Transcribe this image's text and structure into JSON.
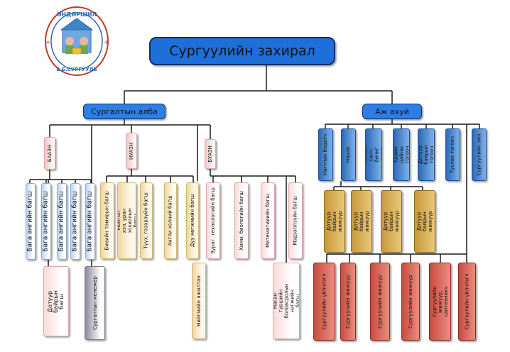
{
  "logo": {
    "top_text": "ӨНДӨРШИЛ",
    "bottom_text": "Е.Б.СУРГУУЛЬ"
  },
  "root": {
    "label": "Сургуулийн захирал"
  },
  "branches": {
    "left": {
      "label": "Сургалтын алба"
    },
    "right": {
      "label": "Аж ахуй"
    }
  },
  "groups": {
    "baazn": "БААЗН",
    "nuazn": "НУАЗН",
    "buazn": "БУАЗН"
  },
  "baazn_teachers": [
    "Бага ангийн багш",
    "Бага ангийн багш",
    "Бага ангийн багш",
    "Бага ангийн багш",
    "Бага ангийн багш"
  ],
  "dorm_teacher": "Дотуур байрын багш",
  "training_manager": "Сургалтын менежер",
  "nuazn_teachers": [
    "Биеийн тамирын багш",
    "Монгол хэл, уран зохиолын багш",
    "Түүх, газарзүйн багш",
    "Англи хэлний багш",
    "Дуу хөгжмийн багш"
  ],
  "social_worker": "Нийгмийн ажилтан",
  "buazn_teachers": [
    "Зураг, технологийн багш",
    "Хими, биологийн багш",
    "Математикийн багш",
    "Мэдээллзүйн багш"
  ],
  "special_teacher": "Насан туршийн боловсролын нэгжийн багш",
  "staff": [
    "Нягтлан бодогч",
    "Нярав",
    "Номын санч, бичиг хэрэг",
    "Үдийн цайны тогооч",
    "Дотуур байрын тогооч",
    "Туслах тогооч",
    "Сургуулийн эмч"
  ],
  "dorm_workers": [
    "Дотуур байрын жижүүр",
    "Дотуур байрын жижүүр",
    "Дотуур байрын жижүүр",
    "Дотуур байрын жижүүр"
  ],
  "school_workers": [
    "Сургуулийн үйлчлэгч",
    "Сургуулийн жижүүр",
    "Сургуулийн жижүүр",
    "Сургуулийн жижүүр",
    "Сургуулийн жижүүр, сантехникч",
    "Сургуулийн үйлчлэгч"
  ]
}
